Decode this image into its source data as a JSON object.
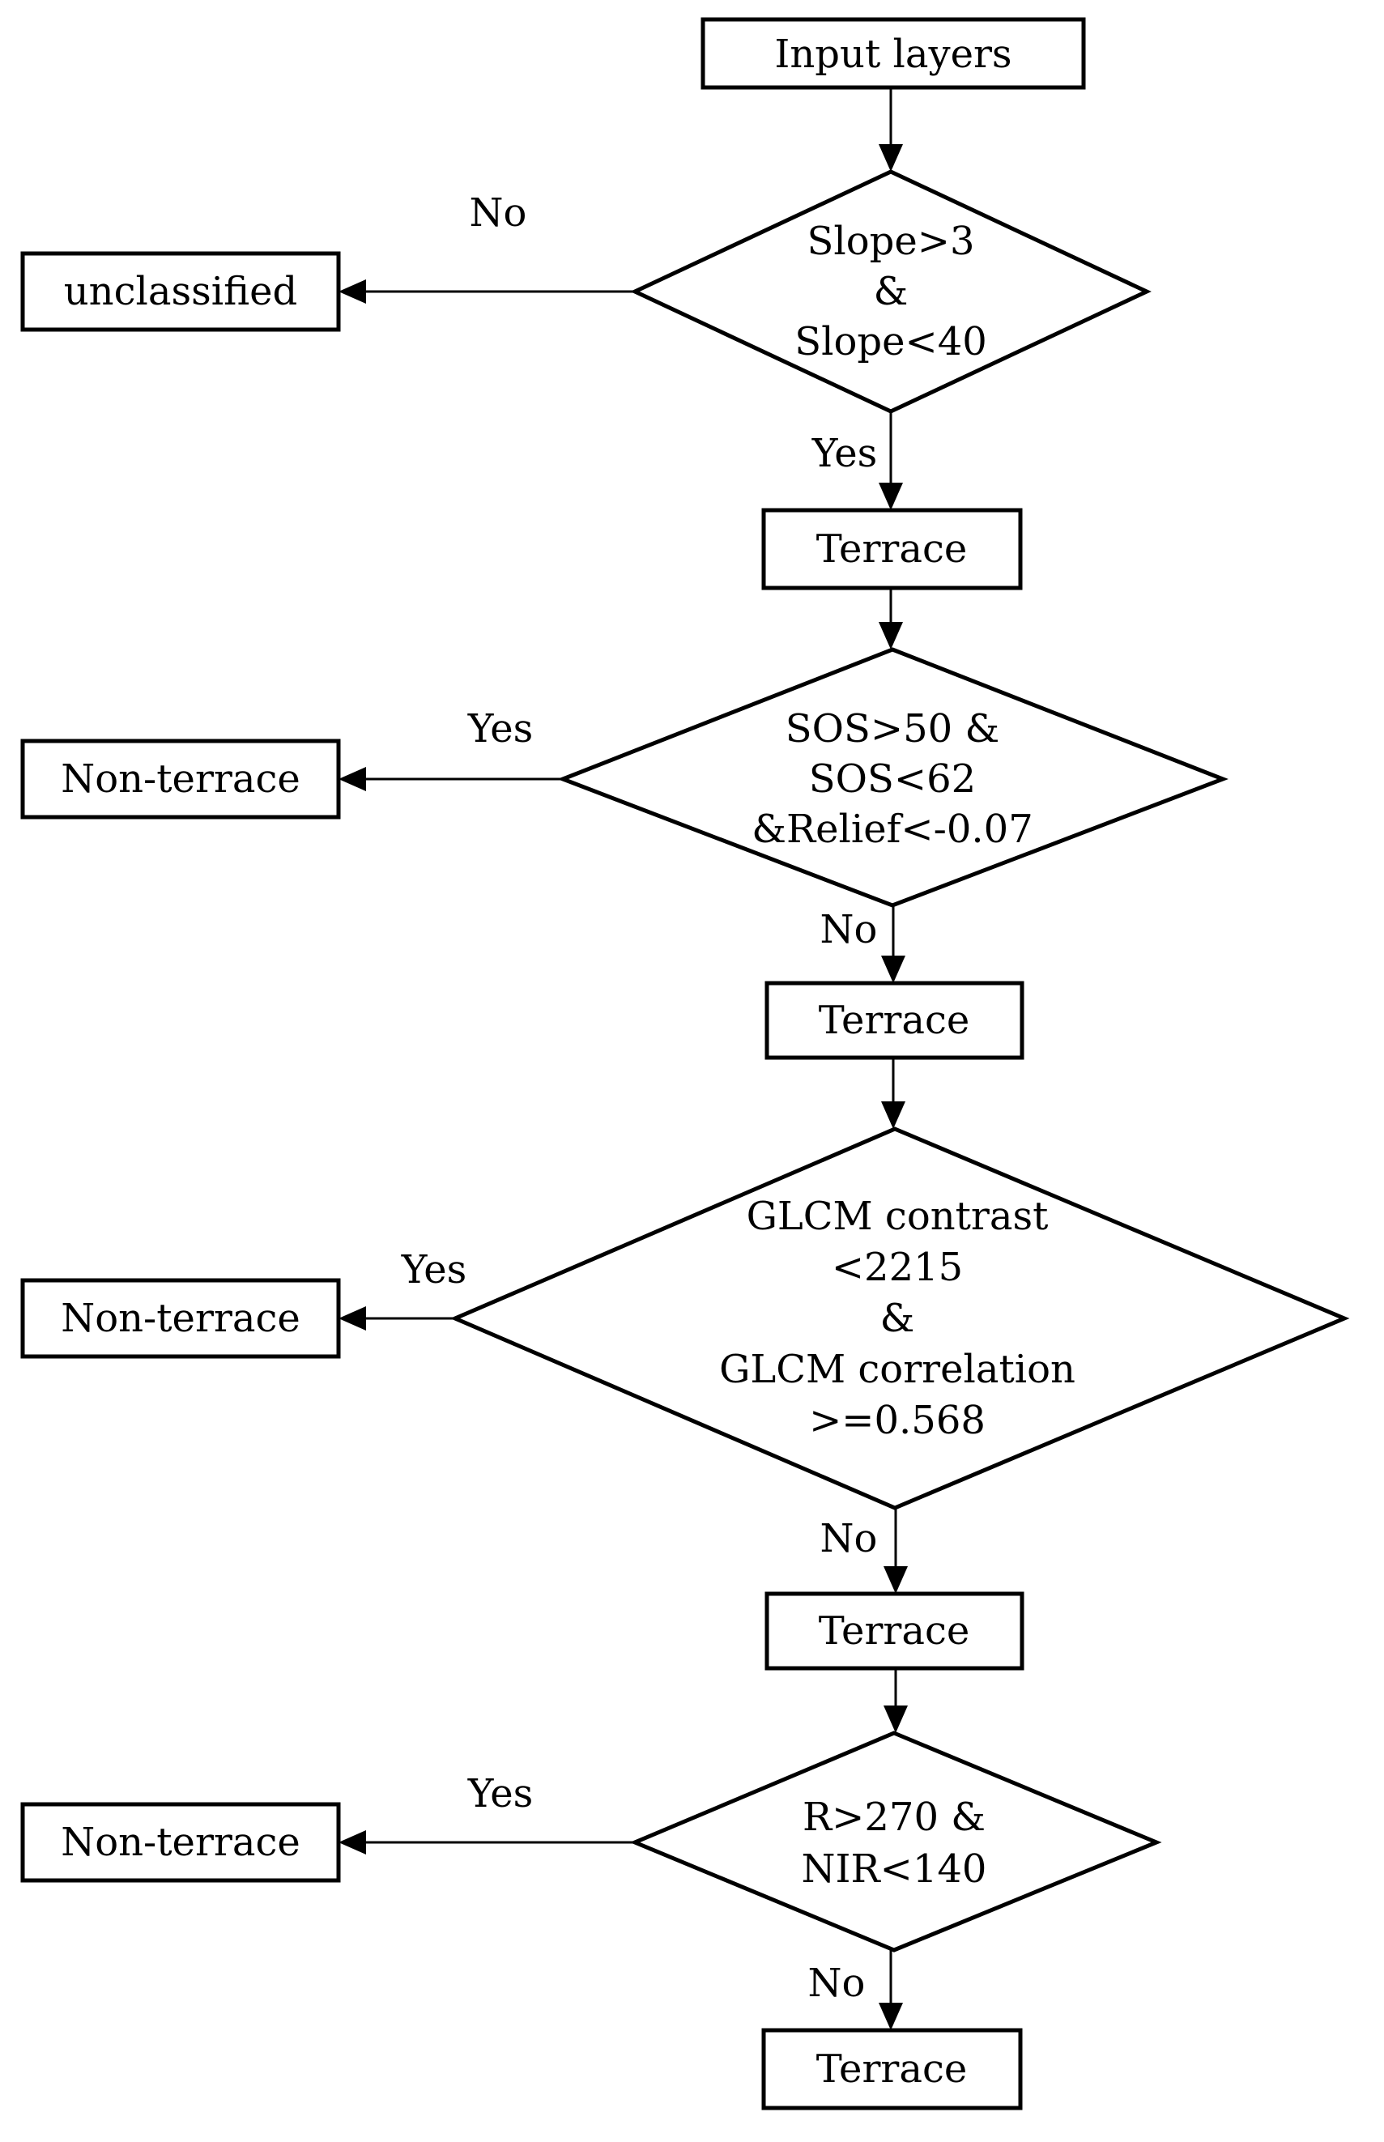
{
  "nodes": {
    "input": "Input layers",
    "dec1": [
      "Slope>3",
      "&",
      "Slope<40"
    ],
    "out1": "unclassified",
    "terrace1": "Terrace",
    "dec2": [
      "SOS>50 &",
      "SOS<62",
      "&Relief<-0.07"
    ],
    "out2": "Non-terrace",
    "terrace2": "Terrace",
    "dec3": [
      "GLCM contrast",
      "<2215",
      "&",
      "GLCM correlation",
      ">=0.568"
    ],
    "out3": "Non-terrace",
    "terrace3": "Terrace",
    "dec4": [
      "R>270 &",
      "NIR<140"
    ],
    "out4": "Non-terrace",
    "terrace4": "Terrace"
  },
  "edges": {
    "dec1_side": "No",
    "dec1_down": "Yes",
    "dec2_side": "Yes",
    "dec2_down": "No",
    "dec3_side": "Yes",
    "dec3_down": "No",
    "dec4_side": "Yes",
    "dec4_down": "No"
  }
}
